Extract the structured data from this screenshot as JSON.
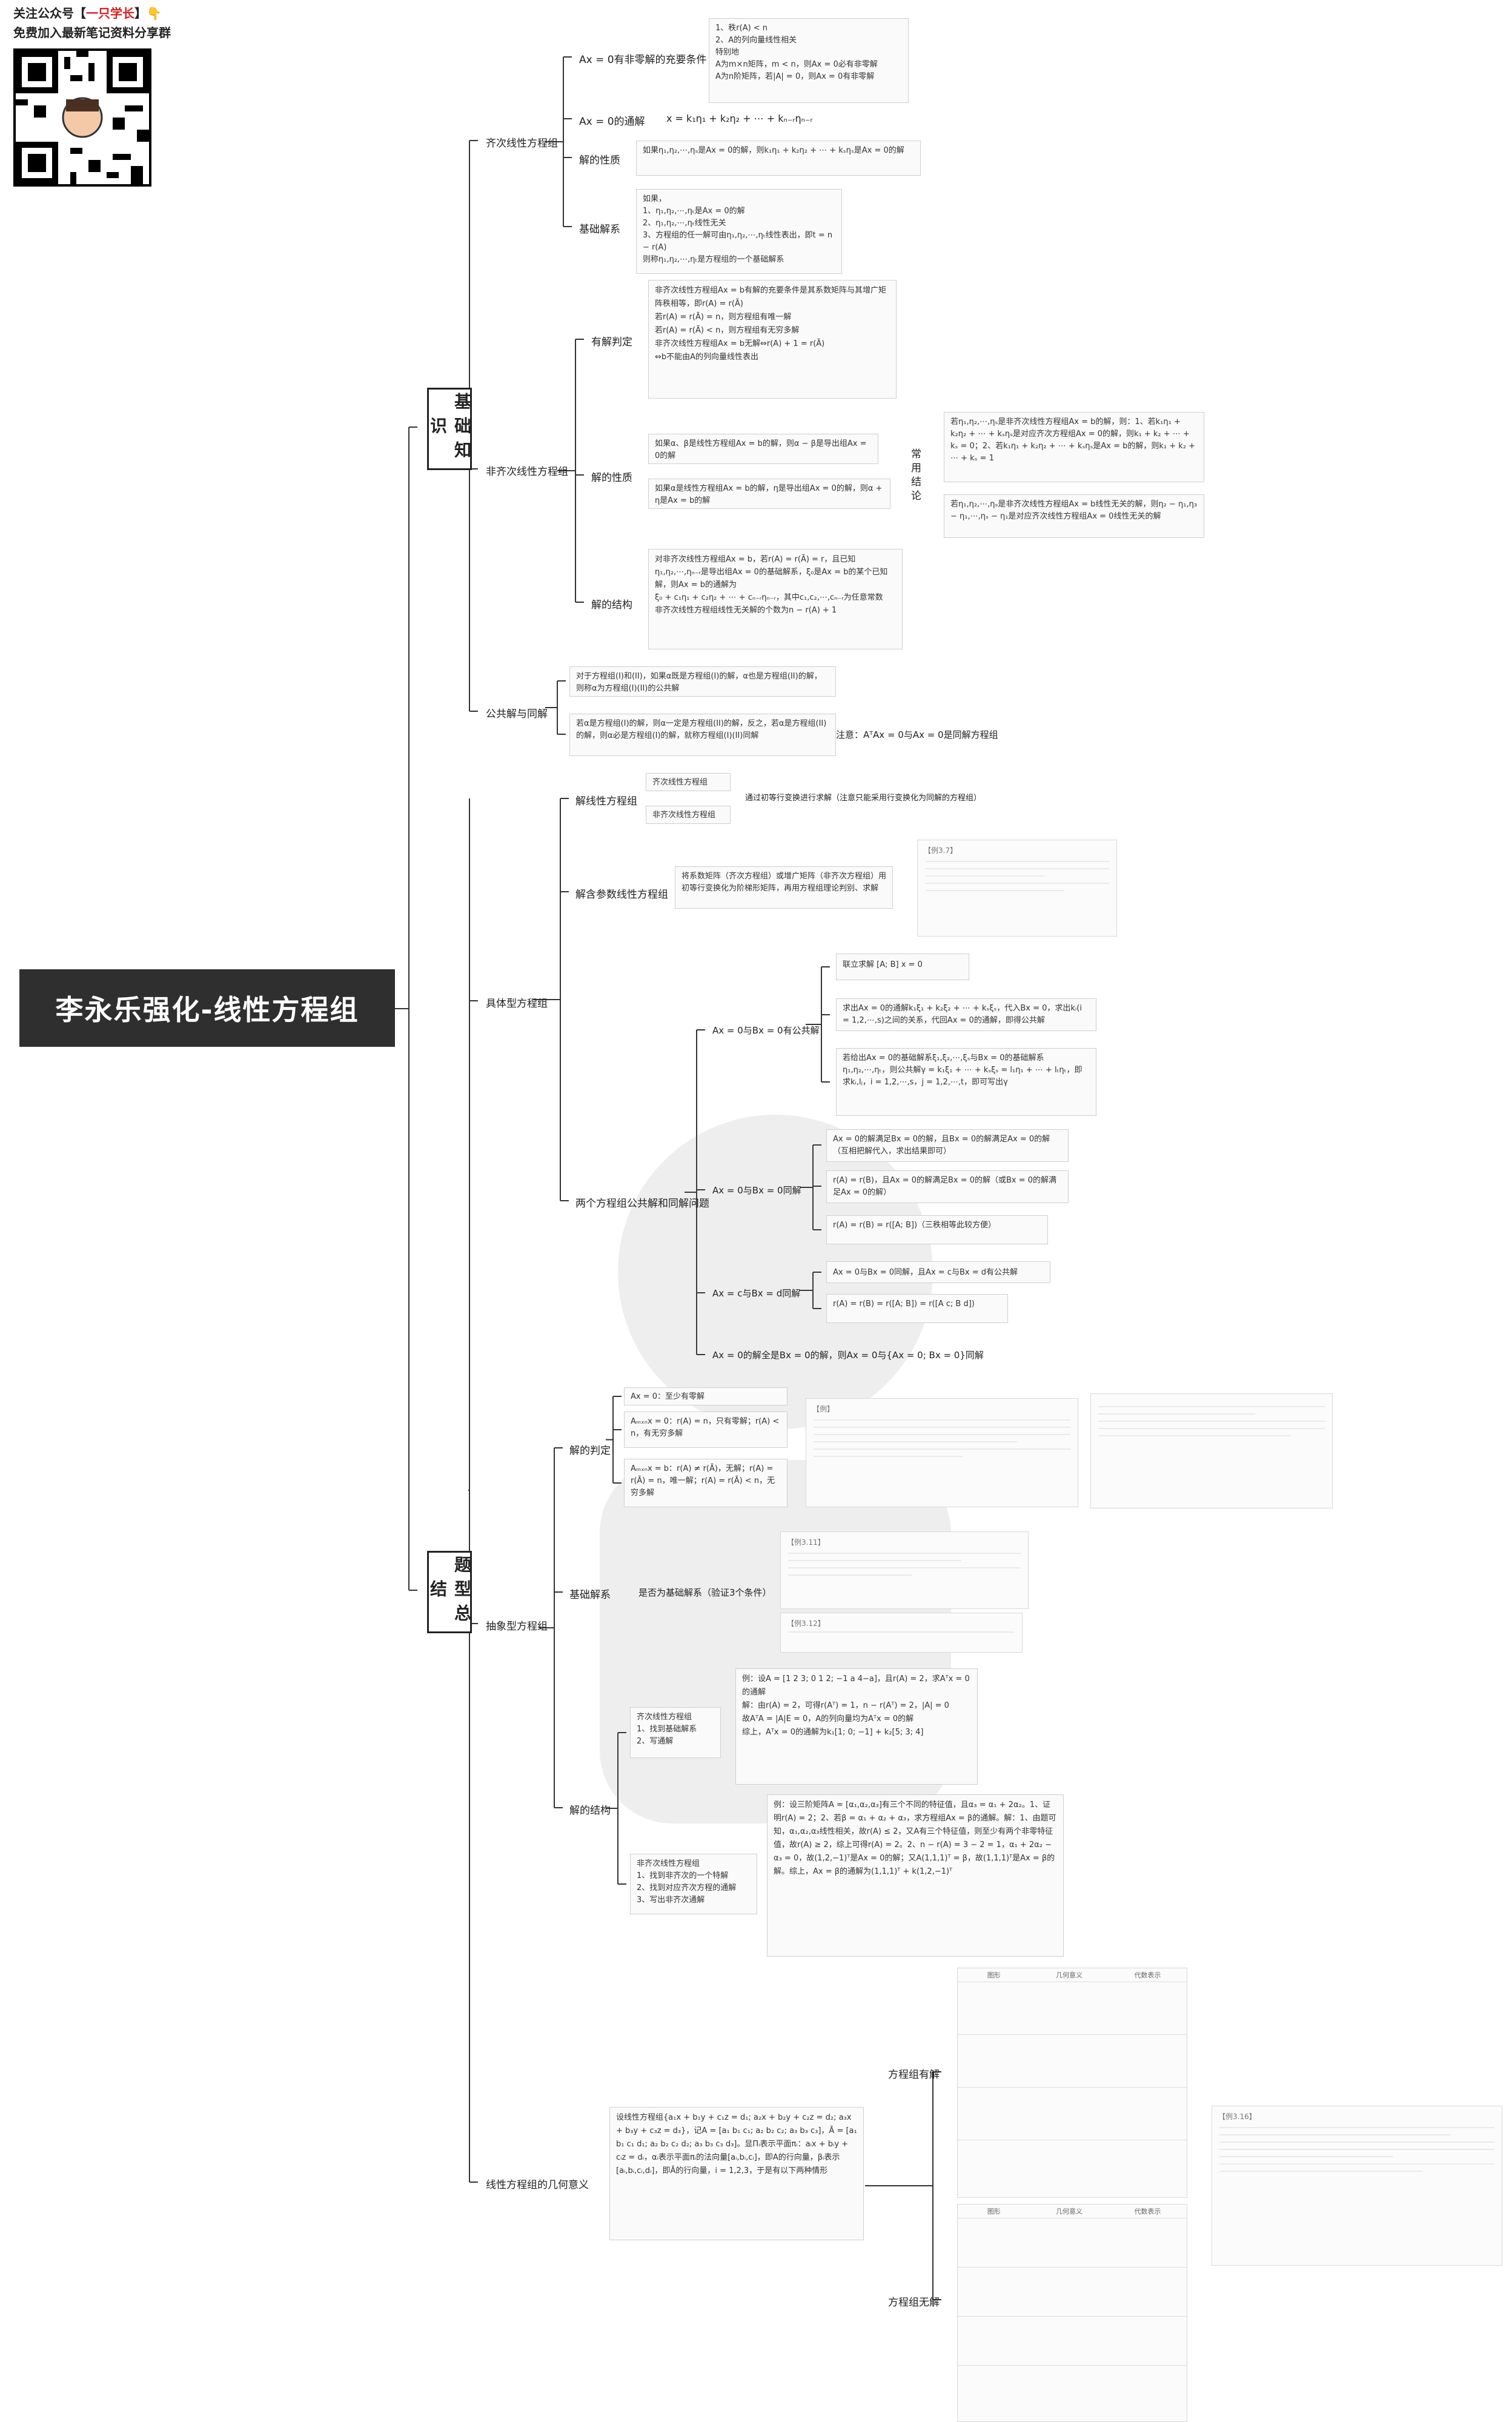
{
  "header": {
    "follow_prefix": "关注公众号【",
    "brand": "一只学长",
    "follow_suffix": "】",
    "join": "免费加入最新笔记资料分享群"
  },
  "root_title": "李永乐强化-线性方程组",
  "sections": {
    "basic": "基础知识",
    "topics": "题型总结"
  },
  "nodes": {
    "homogeneous": "齐次线性方程组",
    "nonhomogeneous": "非齐次线性方程组",
    "common": "公共解与同解",
    "concrete": "具体型方程组",
    "abstract": "抽象型方程组",
    "geometry": "线性方程组的几何意义",
    "nonzero_cond": "Ax = 0有非零解的充要条件",
    "general_sol": "Ax = 0的通解",
    "sol_prop": "解的性质",
    "fund_sys": "基础解系",
    "solvable": "有解判定",
    "sol_prop2": "解的性质",
    "sol_struct": "解的结构",
    "solve_linear": "解线性方程组",
    "param": "解含参数线性方程组",
    "common_two": "两个方程组公共解和同解问题",
    "judge": "解的判定",
    "fund_sys2": "基础解系",
    "sol_struct2": "解的结构",
    "has_sol": "方程组有解",
    "no_sol": "方程组无解",
    "common_conclusion": "常用结论",
    "homo_sys": "齐次线性方程组",
    "nonhomo_sys": "非齐次线性方程组"
  },
  "texts": {
    "nonzero_detail": [
      "1、秩r(A) < n",
      "2、A的列向量线性相关",
      "特别地",
      "A为m×n矩阵，m < n，则Ax = 0必有非零解",
      "A为n阶矩阵，若|A| = 0，则Ax = 0有非零解"
    ],
    "general_detail": "x = k₁η₁ + k₂η₂ + ⋯ + kₙ₋ᵣηₙ₋ᵣ",
    "prop_detail": "如果η₁,η₂,⋯,ηₛ是Ax = 0的解，则k₁η₁ + k₂η₂ + ⋯ + kₛηₛ是Ax = 0的解",
    "fund_detail": [
      "如果，",
      "1、η₁,η₂,⋯,ηₜ是Ax = 0的解",
      "2、η₁,η₂,⋯,ηₜ线性无关",
      "3、方程组的任一解可由η₁,η₂,⋯,ηₜ线性表出，即t = n − r(A)",
      "则称η₁,η₂,⋯,ηₜ是方程组的一个基础解系"
    ],
    "solvable_detail": [
      "非齐次线性方程组Ax = b有解的充要条件是其系数矩阵与其增广矩阵秩相等，即r(A) = r(Ā)",
      "若r(A) = r(Ā) = n，则方程组有唯一解",
      "若r(A) = r(Ā) < n，则方程组有无穷多解",
      "非齐次线性方程组Ax = b无解⇔r(A) + 1 = r(Ā)",
      "⇔b不能由A的列向量线性表出"
    ],
    "prop2_a": "如果α、β是线性方程组Ax = b的解，则α − β是导出组Ax = 0的解",
    "prop2_b": "如果α是线性方程组Ax = b的解，η是导出组Ax = 0的解，则α + η是Ax = b的解",
    "concl_a": "若η₁,η₂,⋯,ηₛ是非齐次线性方程组Ax = b的解，则：1、若k₁η₁ + k₂η₂ + ⋯ + kₛηₛ是对应齐次方程组Ax = 0的解，则k₁ + k₂ + ⋯ + kₛ = 0；2、若k₁η₁ + k₂η₂ + ⋯ + kₛηₛ是Ax = b的解，则k₁ + k₂ + ⋯ + kₛ = 1",
    "concl_b": "若η₁,η₂,⋯,ηₛ是非齐次线性方程组Ax = b线性无关的解，则η₂ − η₁,η₃ − η₁,⋯,ηₛ − η₁是对应齐次线性方程组Ax = 0线性无关的解",
    "struct_detail": [
      "对非齐次线性方程组Ax = b，若r(A) = r(Ā) = r，且已知η₁,η₂,⋯,ηₙ₋ᵣ是导出组Ax = 0的基础解系，ξ₀是Ax = b的某个已知解，则Ax = b的通解为",
      "ξ₀ + c₁η₁ + c₂η₂ + ⋯ + cₙ₋ᵣηₙ₋ᵣ，其中c₁,c₂,⋯,cₙ₋ᵣ为任意常数",
      "非齐次线性方程组线性无关解的个数为n − r(A) + 1"
    ],
    "common_a": "对于方程组(I)和(II)，如果α既是方程组(I)的解，α也是方程组(II)的解，则称α为方程组(I)(II)的公共解",
    "common_b": "若α是方程组(I)的解，则α一定是方程组(II)的解，反之，若α是方程组(II)的解，则α必是方程组(I)的解，就称方程组(I)(II)同解",
    "common_note": "注意：AᵀAx = 0与Ax = 0是同解方程组",
    "solve_homo": "齐次线性方程组",
    "solve_nonhomo": "非齐次线性方程组",
    "solve_note": "通过初等行变换进行求解（注意只能采用行变换化为同解的方程组）",
    "param_detail": "将系数矩阵（齐次方程组）或增广矩阵（非齐次方程组）用初等行变换化为阶梯形矩阵，再用方程组理论判别、求解",
    "common_q1": "Ax = 0与Bx = 0有公共解",
    "common_q1_a": "联立求解 [A; B] x = 0",
    "common_q1_b": "求出Ax = 0的通解k₁ξ₁ + k₂ξ₂ + ⋯ + kₛξₛ，代入Bx = 0，求出kᵢ(i = 1,2,⋯,s)之间的关系，代回Ax = 0的通解，即得公共解",
    "common_q1_c": "若给出Ax = 0的基础解系ξ₁,ξ₂,⋯,ξₛ与Bx = 0的基础解系η₁,η₂,⋯,ηₜ，则公共解γ = k₁ξ₁ + ⋯ + kₛξₛ = l₁η₁ + ⋯ + lₜηₜ，即求kᵢ,lⱼ，i = 1,2,⋯,s，j = 1,2,⋯,t，即可写出γ",
    "common_q2": "Ax = 0与Bx = 0同解",
    "common_q2_a": "Ax = 0的解满足Bx = 0的解，且Bx = 0的解满足Ax = 0的解（互相把解代入，求出结果即可）",
    "common_q2_b": "r(A) = r(B)，且Ax = 0的解满足Bx = 0的解（或Bx = 0的解满足Ax = 0的解）",
    "common_q2_c": "r(A) = r(B) = r([A; B])（三秩相等此较方便）",
    "common_q3": "Ax = c与Bx = d同解",
    "common_q3_a": "Ax = 0与Bx = 0同解，且Ax = c与Bx = d有公共解",
    "common_q3_b": "r(A) = r(B) = r([A; B]) = r([A c; B d])",
    "common_q4": "Ax = 0的解全是Bx = 0的解，则Ax = 0与{Ax = 0; Bx = 0}同解",
    "judge_a": "Ax = 0：至少有零解",
    "judge_b": "Aₘₓₙx = 0：r(A) = n，只有零解；r(A) < n，有无穷多解",
    "judge_c": "Aₘₓₙx = b：r(A) ≠ r(Ā)，无解；r(A) = r(Ā) = n，唯一解；r(A) = r(Ā) < n，无穷多解",
    "fund2_detail": "是否为基础解系（验证3个条件）",
    "homo_steps": [
      "1、找到基础解系",
      "2、写通解"
    ],
    "homo_example": [
      "例：设A = [1 2 3; 0 1 2; −1 a 4−a]，且r(A) = 2，求Aᵀx = 0的通解",
      "解：由r(A) = 2，可得r(Aᵀ) = 1，n − r(Aᵀ) = 2，|A| = 0",
      "故AᵀA = |A|E = 0，A的列向量均为Aᵀx = 0的解",
      "综上，Aᵀx = 0的通解为k₁[1; 0; −1] + k₂[5; 3; 4]"
    ],
    "nonhomo_steps": [
      "1、找到非齐次的一个特解",
      "2、找到对应齐次方程的通解",
      "3、写出非齐次通解"
    ],
    "nonhomo_example": "例：设三阶矩阵A = [α₁,α₂,α₃]有三个不同的特征值，且α₃ = α₁ + 2α₂。1、证明r(A) = 2；2、若β = α₁ + α₂ + α₃，求方程组Ax = β的通解。解：1、由题可知，α₁,α₂,α₃线性相关，故r(A) ≤ 2，又A有三个特征值，则至少有两个非零特征值，故r(A) ≥ 2，综上可得r(A) = 2。2、n − r(A) = 3 − 2 = 1，α₁ + 2α₂ − α₃ = 0，故(1,2,−1)ᵀ是Ax = 0的解；又A(1,1,1)ᵀ = β，故(1,1,1)ᵀ是Ax = β的解。综上，Ax = β的通解为(1,1,1)ᵀ + k(1,2,−1)ᵀ",
    "geometry_detail": "设线性方程组{a₁x + b₁y + c₁z = d₁; a₂x + b₂y + c₂z = d₂; a₃x + b₃y + c₃z = d₃}，记A = [a₁ b₁ c₁; a₂ b₂ c₂; a₃ b₃ c₃]，Ā = [a₁ b₁ c₁ d₁; a₂ b₂ c₂ d₂; a₃ b₃ c₃ d₃]。显Πᵢ表示平面πᵢ：aᵢx + bᵢy + cᵢz = dᵢ，αᵢ表示平面πᵢ的法向量[aᵢ,bᵢ,cᵢ]，即A的行向量，βᵢ表示[aᵢ,bᵢ,cᵢ,dᵢ]，即Ā的行向量，i = 1,2,3，于是有以下两种情形"
  },
  "figures": {
    "example_param": "【例3.7】",
    "example_judge": "【例】",
    "example_fund_a": "【例3.11】",
    "example_fund_b": "【例3.12】",
    "table_has_head": [
      "图形",
      "几何意义",
      "代数表示"
    ],
    "table_no_head": [
      "图形",
      "几何意义",
      "代数表示"
    ],
    "example_geo": "【例3.16】"
  }
}
